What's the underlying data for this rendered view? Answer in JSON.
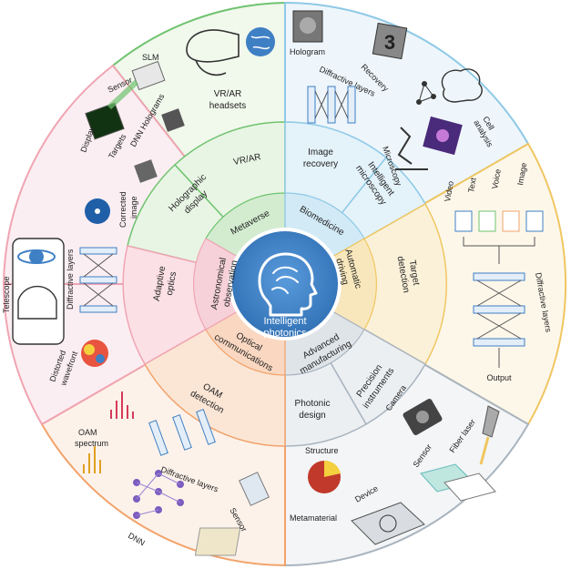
{
  "center": {
    "title_line1": "Intelligent",
    "title_line2": "photonics",
    "color": "#3f7fc4"
  },
  "inner_ring": [
    {
      "id": "metaverse",
      "label": "Metaverse"
    },
    {
      "id": "biomedicine",
      "label": "Biomedicine"
    },
    {
      "id": "automatic-driving",
      "label_lines": [
        "Automatic",
        "driving"
      ]
    },
    {
      "id": "advanced-manufacturing",
      "label_lines": [
        "Advanced",
        "manufacturing"
      ]
    },
    {
      "id": "optical-communications",
      "label_lines": [
        "Optical",
        "communications"
      ]
    },
    {
      "id": "astronomical-observation",
      "label_lines": [
        "Astronomical",
        "observation"
      ]
    }
  ],
  "middle_ring": [
    {
      "id": "vr-ar",
      "label_lines": [
        "VR/AR"
      ]
    },
    {
      "id": "image-recovery",
      "label_lines": [
        "Image",
        "recovery"
      ]
    },
    {
      "id": "intelligent-microscopy",
      "label_lines": [
        "Intelligent",
        "microscopy"
      ]
    },
    {
      "id": "target-detection",
      "label_lines": [
        "Target",
        "detection"
      ]
    },
    {
      "id": "precision-instruments",
      "label_lines": [
        "Precision",
        "instruments"
      ]
    },
    {
      "id": "photonic-design",
      "label_lines": [
        "Photonic",
        "design"
      ]
    },
    {
      "id": "oam-detection",
      "label_lines": [
        "OAM",
        "detection"
      ]
    },
    {
      "id": "adaptive-optics",
      "label_lines": [
        "Adaptive",
        "optics"
      ]
    },
    {
      "id": "holographic-display",
      "label_lines": [
        "Holographic",
        "display"
      ]
    }
  ],
  "outer": {
    "vr_ar_headsets": [
      "VR/AR",
      "headsets"
    ],
    "hologram": "Hologram",
    "recovery": "Recovery",
    "diffractive_layers": "Diffractive layers",
    "cell_analysis": [
      "Cell",
      "analysis"
    ],
    "microscopy": "Microscopy",
    "video": "Video",
    "text": "Text",
    "voice": "Voice",
    "image": "Image",
    "output": "Output",
    "camera": "Camera",
    "fiber_laser": "Fiber laser",
    "sensor": "Sensor",
    "structure": "Structure",
    "device": "Device",
    "metamaterial": "Metamaterial",
    "dnn": "DNN",
    "oam_spectrum": [
      "OAM",
      "spectrum"
    ],
    "distorted_wavefront": [
      "Distorted",
      "wavefront"
    ],
    "telescope": "Telescope",
    "corrected_image": [
      "Corrected",
      "image"
    ],
    "display": "Display",
    "targets": "Targets",
    "dnn_holograms": "DNN Holograms",
    "slm": "SLM"
  },
  "colors": {
    "blue": "#3f7fc4",
    "green": "#4caf50",
    "light_blue": "#8ec9e6",
    "yellow": "#f0c660",
    "gray": "#a9b4bf",
    "orange": "#f2a36b",
    "pink": "#f0a4b2"
  }
}
